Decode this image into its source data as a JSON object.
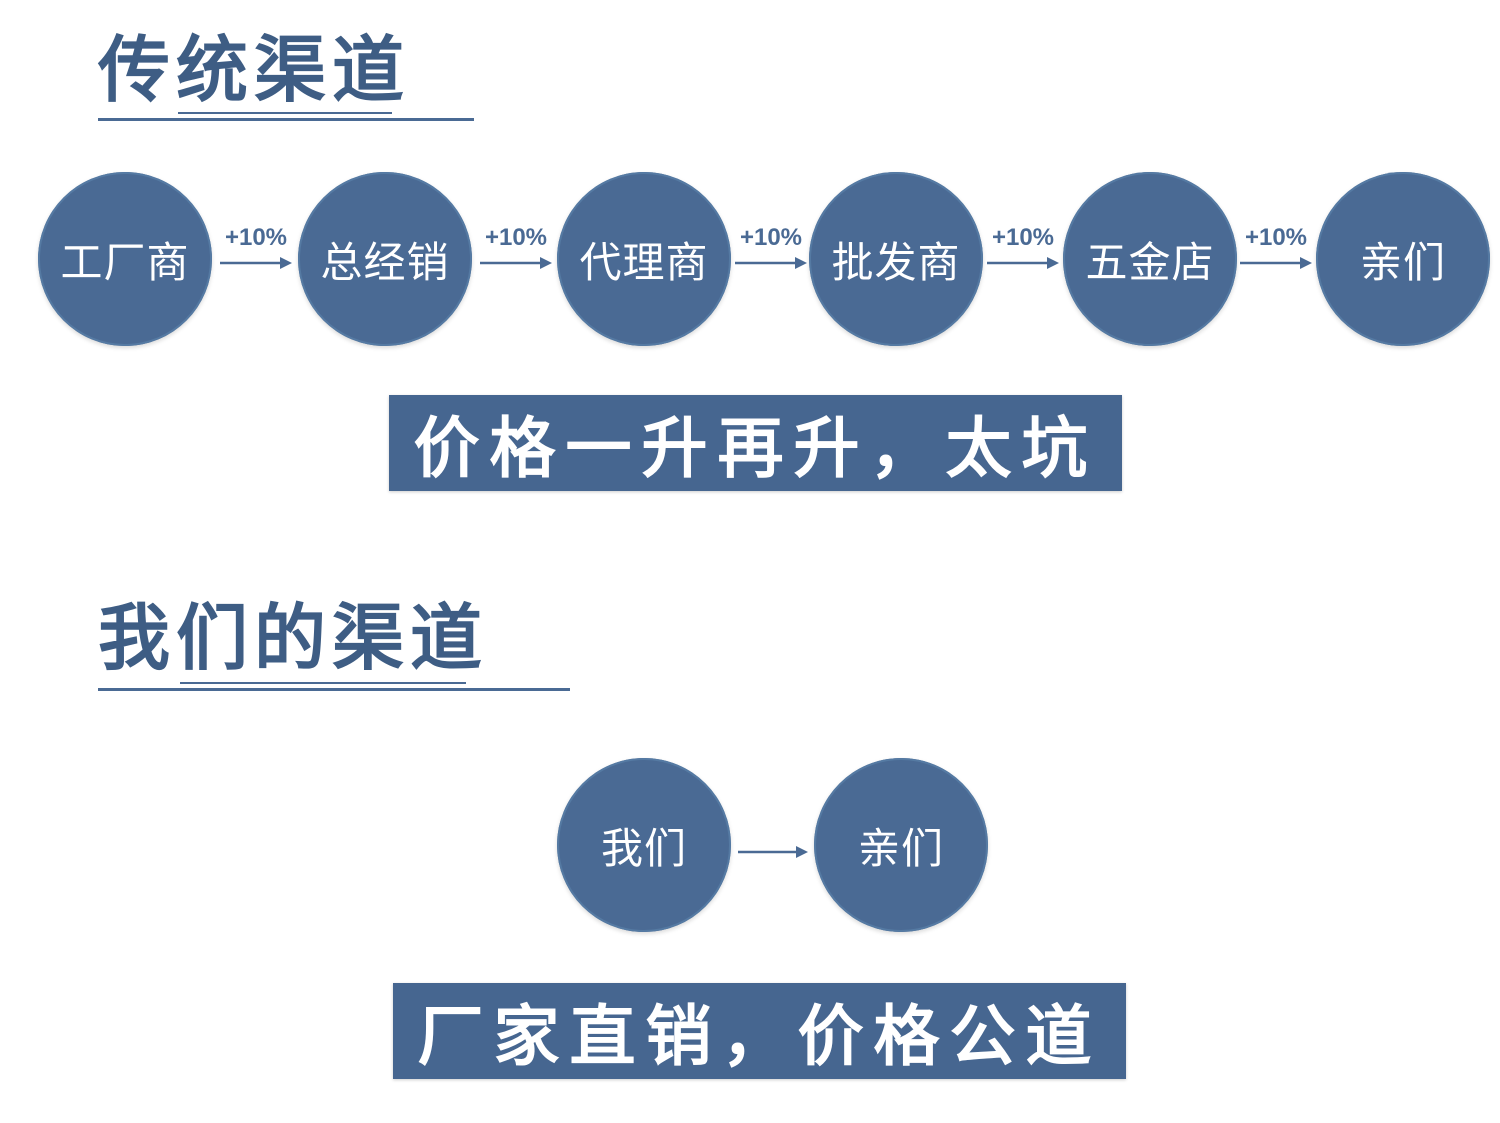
{
  "traditional": {
    "title": "传统渠道",
    "nodes": [
      "工厂商",
      "总经销",
      "代理商",
      "批发商",
      "五金店",
      "亲们"
    ],
    "markups": [
      "+10%",
      "+10%",
      "+10%",
      "+10%",
      "+10%"
    ],
    "banner": "价格一升再升，太坑"
  },
  "ours": {
    "title": "我们的渠道",
    "nodes": [
      "我们",
      "亲们"
    ],
    "banner": "厂家直销，价格公道"
  },
  "colors": {
    "node_fill": "#4a6a94",
    "heading_text": "#3e5d84",
    "banner_fill": "#466690",
    "node_text": "#ffffff"
  }
}
